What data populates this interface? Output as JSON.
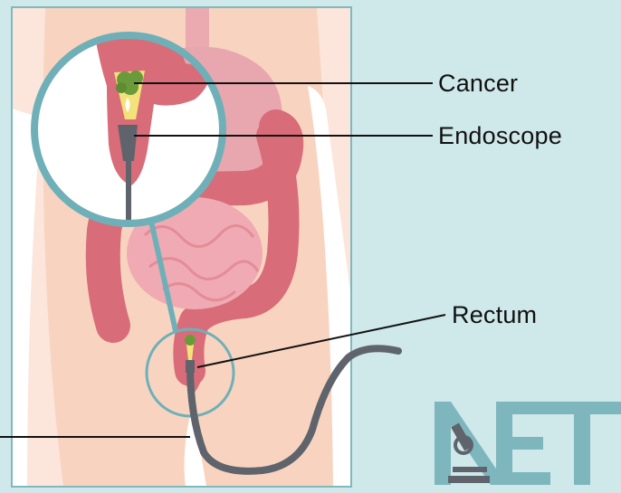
{
  "labels": {
    "cancer": "Cancer",
    "endoscope": "Endoscope",
    "rectum": "Rectum"
  },
  "logo": {
    "text": "NET",
    "icon": "microscope-icon"
  },
  "colors": {
    "background": "#cfe8ea",
    "skin": "#f8d4c0",
    "colon": "#d96c79",
    "stomach": "#e8a7ae",
    "intestine": "#f0aab3",
    "lens_ring": "#6fb0b8",
    "tumor": "#6b9a3a",
    "polyp": "#f3e27a",
    "endoscope": "#5f636b",
    "logo": "#7db7bd"
  }
}
